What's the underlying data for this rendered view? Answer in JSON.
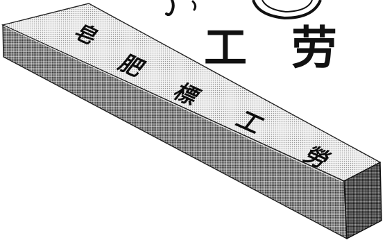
{
  "logo": {
    "chars": [
      "工",
      "劳"
    ],
    "ink_color": "#111111"
  },
  "bar": {
    "chars": [
      "皂",
      "肥",
      "標",
      "工",
      "勞"
    ],
    "ink_color": "#0d0d0d"
  }
}
